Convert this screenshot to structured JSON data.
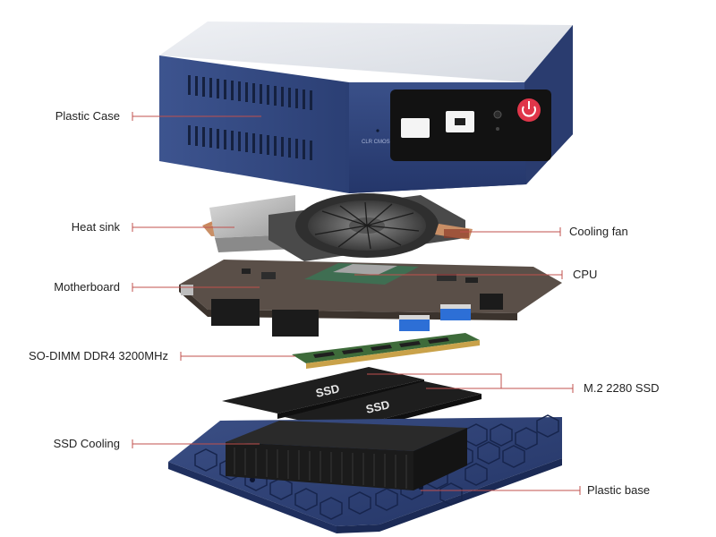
{
  "labels": {
    "plastic_case": "Plastic Case",
    "heat_sink": "Heat sink",
    "cooling_fan": "Cooling fan",
    "motherboard": "Motherboard",
    "cpu": "CPU",
    "ram": "SO-DIMM DDR4 3200MHz",
    "ssd": "M.2 2280 SSD",
    "ssd_cooling": "SSD Cooling",
    "plastic_base": "Plastic base"
  },
  "case_text": {
    "clr_cmos": "CLR CMOS"
  },
  "ssd_text": {
    "brand": "SSD"
  },
  "colors": {
    "case_blue": "#2f4378",
    "leader_red": "#c0504d",
    "power_red": "#e0364a",
    "pcb": "#5a4f48",
    "ram_green": "#3e6b3a",
    "ssd_black": "#1e1e1e"
  }
}
